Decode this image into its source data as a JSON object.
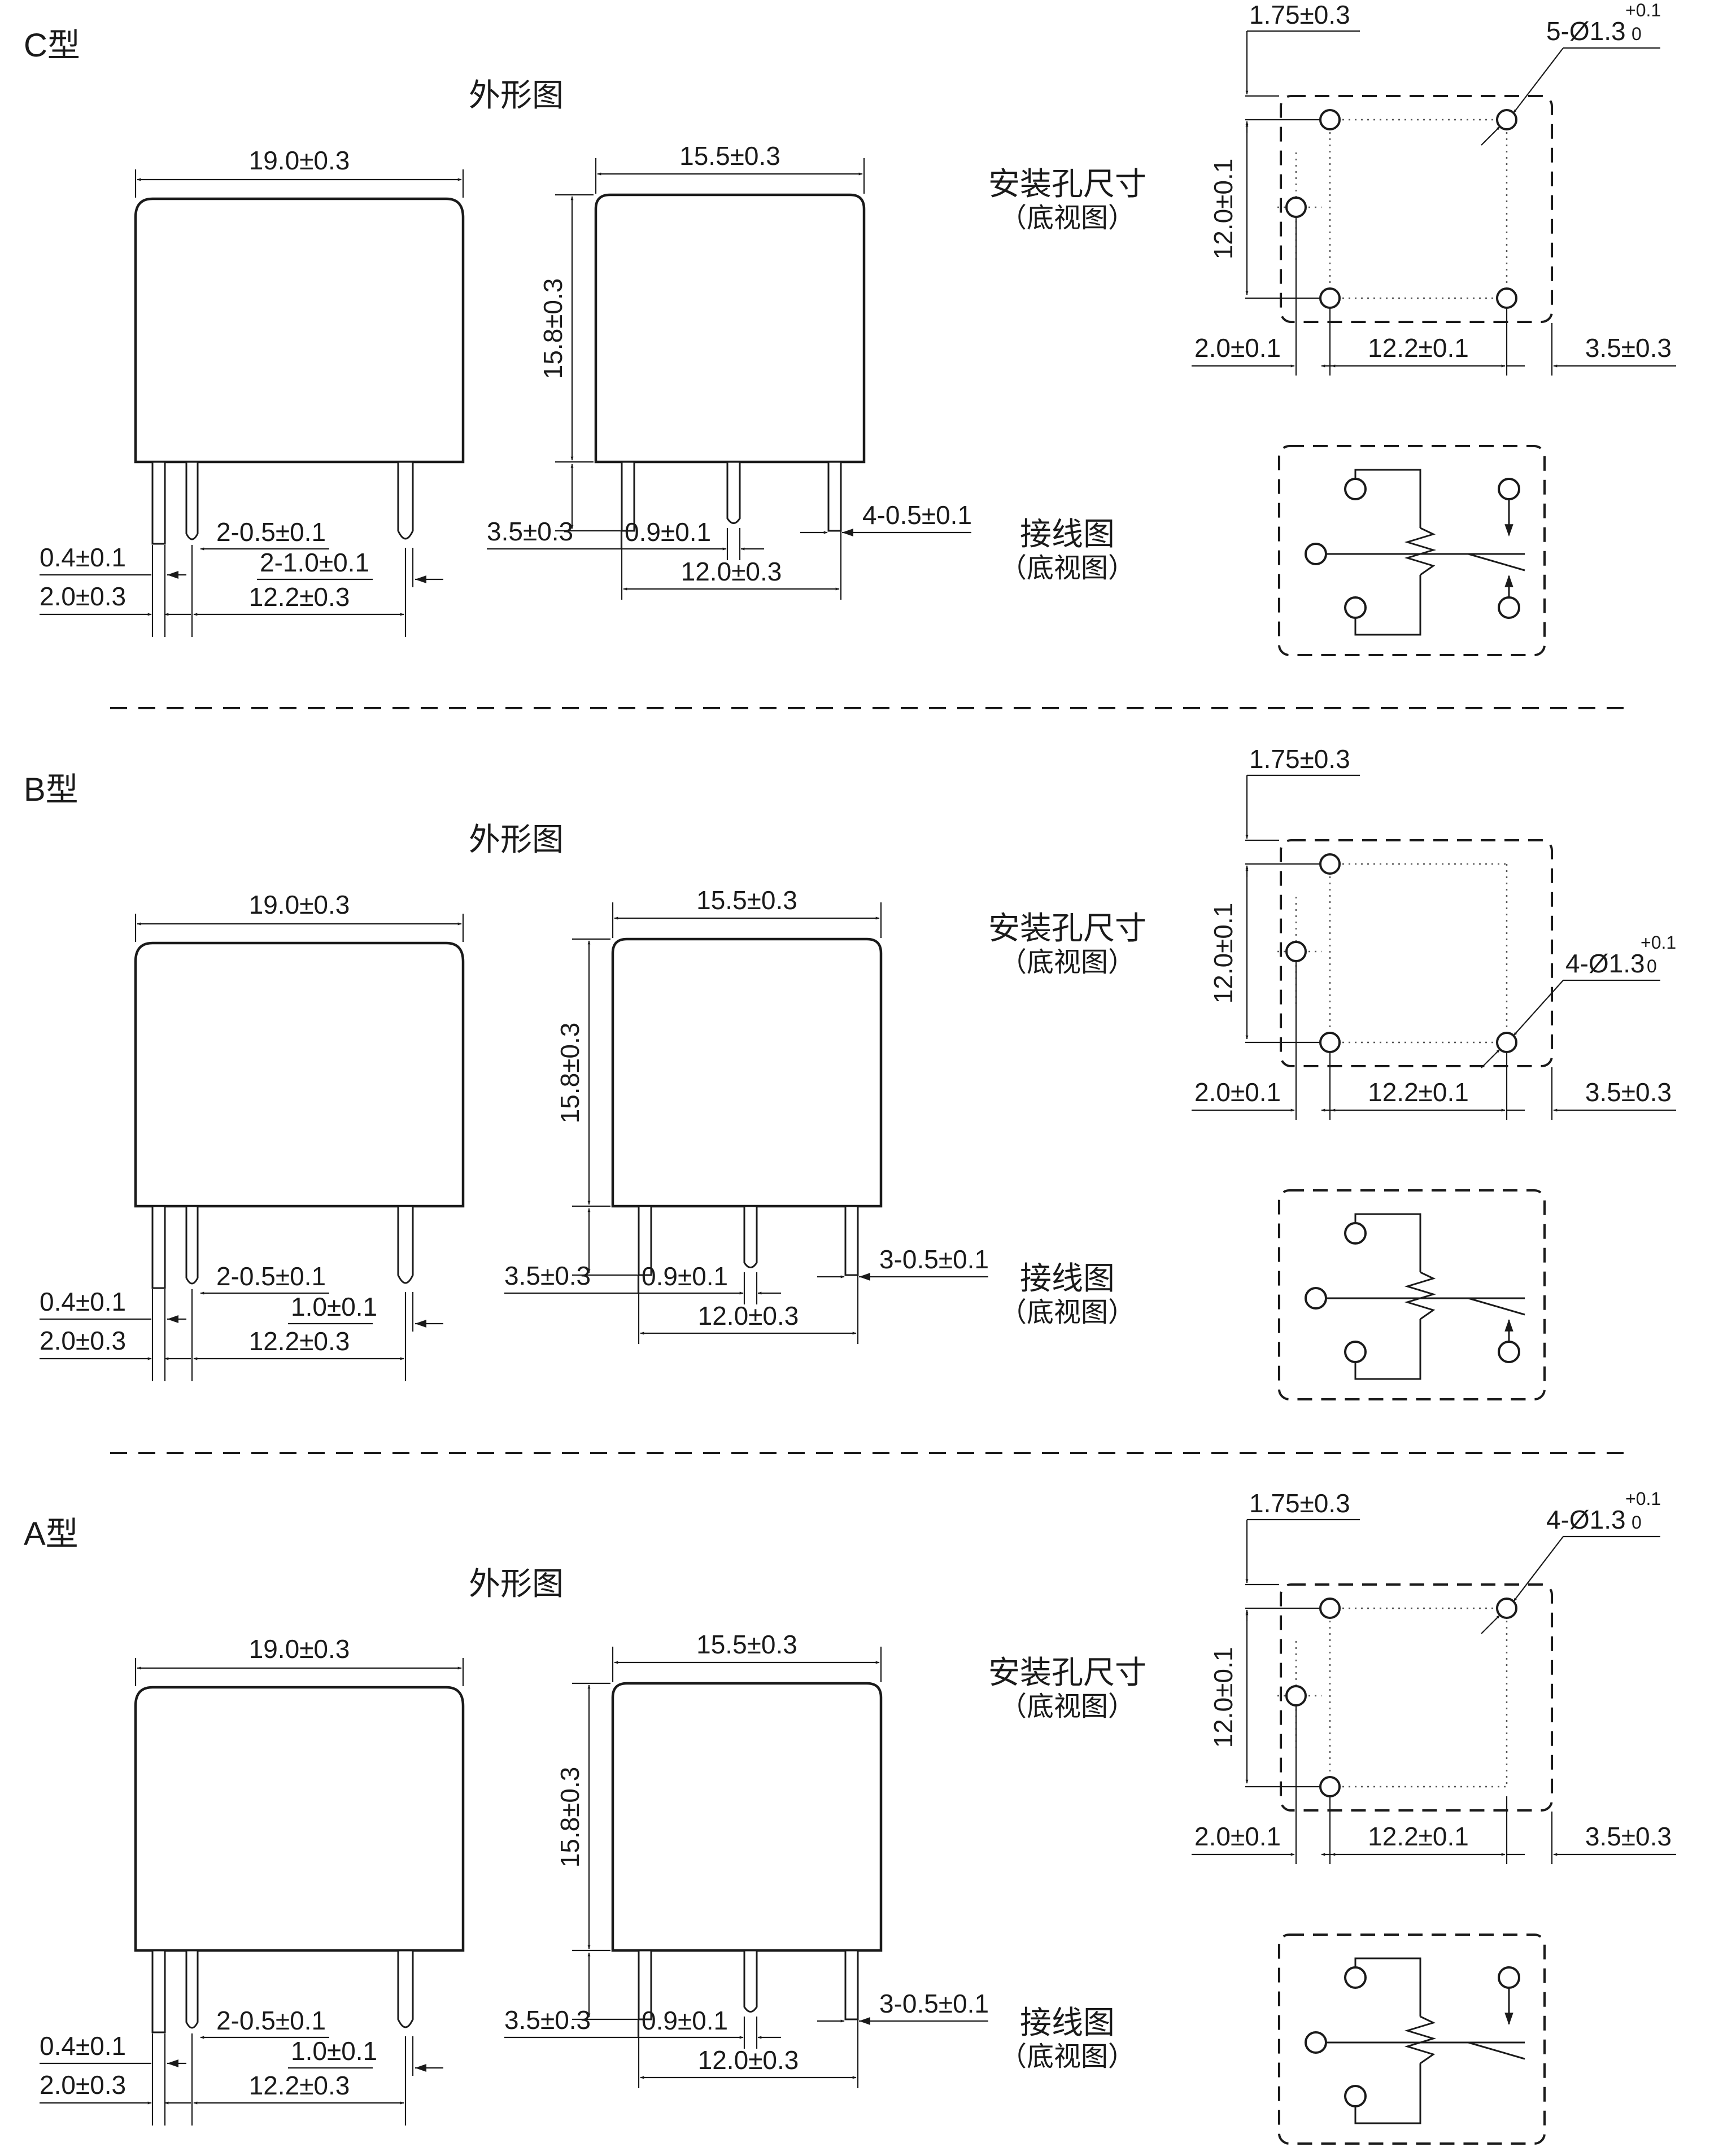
{
  "sections": [
    {
      "type_label": "C型",
      "outline_title": "外形图",
      "side_width": "19.0±0.3",
      "front_width": "15.5±0.3",
      "height": "15.8±0.3",
      "pin_length": "3.5±0.3",
      "pin_d1": "0.9±0.1",
      "pin_d2": "12.0±0.3",
      "front_pins": "4-0.5±0.1",
      "left_pins_small": "2-0.5±0.1",
      "left_pins_large": "2-1.0±0.1",
      "left_offset": "0.4±0.1",
      "left_2_0": "2.0±0.3",
      "left_12_2": "12.2±0.3",
      "mount_title": "安装孔尺寸",
      "mount_sub": "（底视图）",
      "mount_top": "1.75±0.3",
      "mount_holes": "5-Ø1.3",
      "mount_tol_plus": "+0.1",
      "mount_tol_zero": "0",
      "mount_height": "12.0±0.1",
      "mount_left": "2.0±0.1",
      "mount_mid": "12.2±0.1",
      "mount_right": "3.5±0.3",
      "wiring_title": "接线图",
      "wiring_sub": "（底视图）",
      "holes_right": "both",
      "contact": "changeover"
    },
    {
      "type_label": "B型",
      "outline_title": "外形图",
      "side_width": "19.0±0.3",
      "front_width": "15.5±0.3",
      "height": "15.8±0.3",
      "pin_length": "3.5±0.3",
      "pin_d1": "0.9±0.1",
      "pin_d2": "12.0±0.3",
      "front_pins": "3-0.5±0.1",
      "left_pins_small": "2-0.5±0.1",
      "left_pins_large": "1.0±0.1",
      "left_offset": "0.4±0.1",
      "left_2_0": "2.0±0.3",
      "left_12_2": "12.2±0.3",
      "mount_title": "安装孔尺寸",
      "mount_sub": "（底视图）",
      "mount_top": "1.75±0.3",
      "mount_holes": "4-Ø1.3",
      "mount_tol_plus": "+0.1",
      "mount_tol_zero": "0",
      "mount_height": "12.0±0.1",
      "mount_left": "2.0±0.1",
      "mount_mid": "12.2±0.1",
      "mount_right": "3.5±0.3",
      "wiring_title": "接线图",
      "wiring_sub": "（底视图）",
      "holes_right": "bottom",
      "contact": "make"
    },
    {
      "type_label": "A型",
      "outline_title": "外形图",
      "side_width": "19.0±0.3",
      "front_width": "15.5±0.3",
      "height": "15.8±0.3",
      "pin_length": "3.5±0.3",
      "pin_d1": "0.9±0.1",
      "pin_d2": "12.0±0.3",
      "front_pins": "3-0.5±0.1",
      "left_pins_small": "2-0.5±0.1",
      "left_pins_large": "1.0±0.1",
      "left_offset": "0.4±0.1",
      "left_2_0": "2.0±0.3",
      "left_12_2": "12.2±0.3",
      "mount_title": "安装孔尺寸",
      "mount_sub": "（底视图）",
      "mount_top": "1.75±0.3",
      "mount_holes": "4-Ø1.3",
      "mount_tol_plus": "+0.1",
      "mount_tol_zero": "0",
      "mount_height": "12.0±0.1",
      "mount_left": "2.0±0.1",
      "mount_mid": "12.2±0.1",
      "mount_right": "3.5±0.3",
      "wiring_title": "接线图",
      "wiring_sub": "（底视图）",
      "holes_right": "top",
      "contact": "break"
    }
  ]
}
